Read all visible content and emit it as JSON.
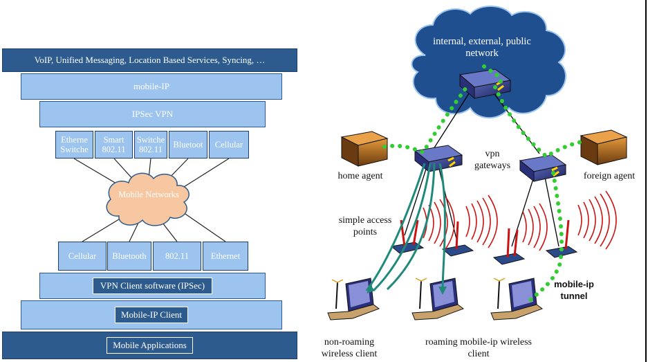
{
  "left_stack": {
    "services": "VoIP, Unified Messaging, Location Based Services, Syncing, …",
    "mobile_ip": "mobile-IP",
    "ipsec_vpn": "IPSec VPN",
    "networks_top": [
      "Etherne Switche",
      "Smart 802.11",
      "Switche 802.11",
      "Bluetoot",
      "Cellular"
    ],
    "cloud": "Mobile Networks",
    "networks_bottom": [
      "Cellular",
      "Bluetooth",
      "802.11",
      "Ethernet"
    ],
    "vpn_client": "VPN Client software (IPSec)",
    "mobile_ip_client": "Mobile-IP Client",
    "mobile_apps": "Mobile Applications"
  },
  "right_diagram": {
    "cloud": "internal, external, public network",
    "home_agent": "home agent",
    "vpn_gateways": "vpn gateways",
    "foreign_agent": "foreign agent",
    "access_points": "simple access points",
    "tunnel": "mobile-ip tunnel",
    "client_nonroaming": "non-roaming wireless client",
    "client_roaming": "roaming  mobile-ip wireless client"
  },
  "colors": {
    "dark_blue": "#2d5b8e",
    "light_blue": "#9cc4ee",
    "cloud_blue": "#1f4f8f",
    "orange": "#f5c9a0",
    "tunnel_green": "#33cc33",
    "path_teal": "#1f8a7a",
    "signal_red": "#cc1111"
  }
}
